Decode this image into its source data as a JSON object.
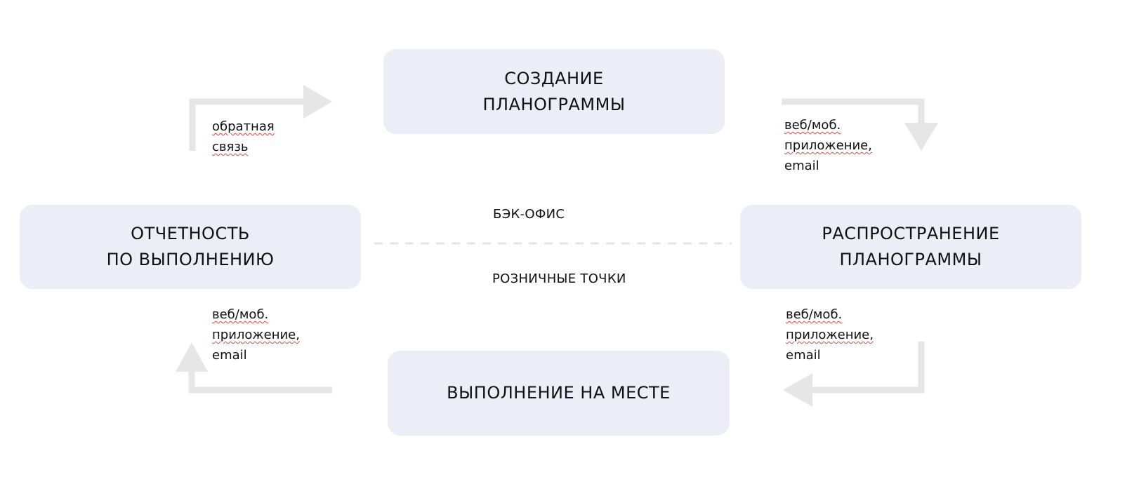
{
  "nodes": {
    "create": "СОЗДАНИЕ ПЛАНОГРАММЫ",
    "create_lines": [
      "СОЗДАНИЕ",
      "ПЛАНОГРАММЫ"
    ],
    "distribute_lines": [
      "РАСПРОСТРАНЕНИЕ",
      "ПЛАНОГРАММЫ"
    ],
    "execute_lines": [
      "ВЫПОЛНЕНИЕ НА МЕСТЕ"
    ],
    "report_lines": [
      "ОТЧЕТНОСТЬ",
      "ПО ВЫПОЛНЕНИЮ"
    ]
  },
  "edge_labels": {
    "feedback": [
      "обратная",
      "связь"
    ],
    "create_to_distribute": [
      "веб/моб.",
      "приложение,",
      "email"
    ],
    "distribute_to_execute": [
      "веб/моб.",
      "приложение,",
      "email"
    ],
    "execute_to_report": [
      "веб/моб.",
      "приложение,",
      "email"
    ]
  },
  "divider": {
    "top_label": "БЭК-ОФИС",
    "bottom_label": "РОЗНИЧНЫЕ ТОЧКИ"
  },
  "colors": {
    "box": "#ededf8",
    "arrow": "#e6e6e6",
    "divider": "#e3e3e3",
    "text": "#111111"
  }
}
